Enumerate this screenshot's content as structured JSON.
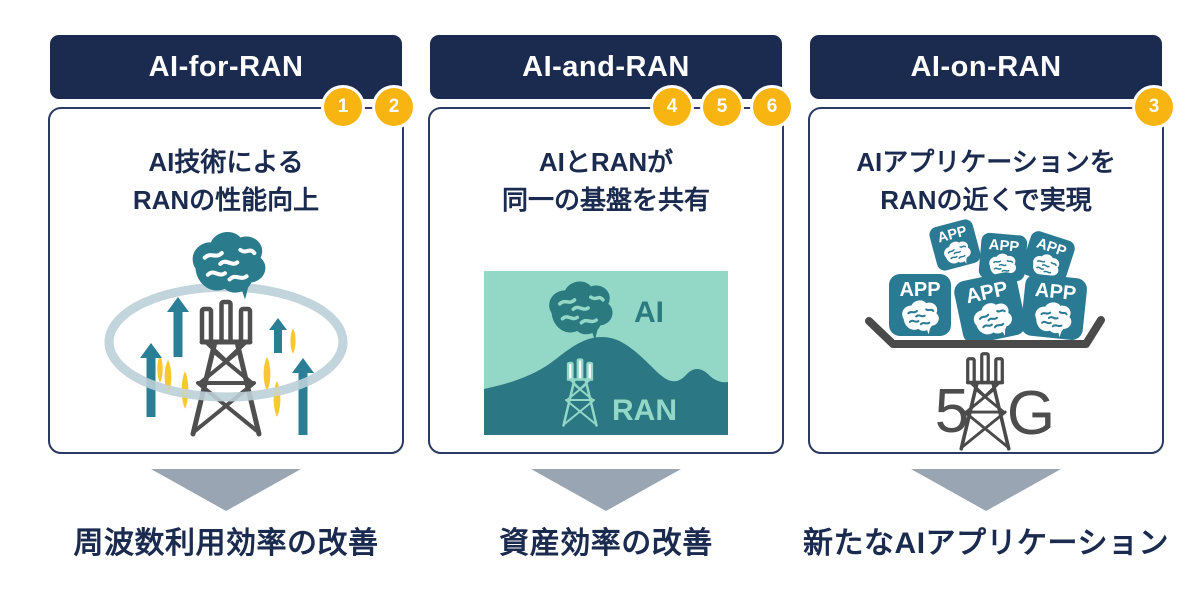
{
  "columns": [
    {
      "id": "ai-for-ran",
      "header": "AI-for-RAN",
      "badges": [
        "1",
        "2"
      ],
      "card_lines": [
        "AI技術による",
        "RANの性能向上"
      ],
      "outcome": "周波数利用効率の改善",
      "illustration": {
        "name": "brain-over-tower-with-up-arrows",
        "labels": {}
      }
    },
    {
      "id": "ai-and-ran",
      "header": "AI-and-RAN",
      "badges": [
        "4",
        "5",
        "6"
      ],
      "card_lines": [
        "AIとRANが",
        "同一の基盤を共有"
      ],
      "outcome": "資産効率の改善",
      "illustration": {
        "name": "ai-ran-shared-foundation",
        "labels": {
          "ai": "AI",
          "ran": "RAN"
        }
      }
    },
    {
      "id": "ai-on-ran",
      "header": "AI-on-RAN",
      "badges": [
        "3"
      ],
      "card_lines": [
        "AIアプリケーションを",
        "RANの近くで実現"
      ],
      "outcome": "新たなAIアプリケーション",
      "illustration": {
        "name": "app-tiles-on-5g-tower",
        "labels": {
          "app": "APP",
          "five": "5",
          "g": "G"
        }
      }
    }
  ],
  "palette": {
    "navy": "#1B2B4F",
    "card_border": "#2B3A63",
    "badge_yellow": "#F8B411",
    "arrow_teal": "#2A7E95",
    "brain_teal": "#2A7B8C",
    "ring_gray_blue": "#C3D5DC",
    "gold": "#F8C832",
    "tower_gray": "#4F4F4F",
    "mint": "#93D8C6",
    "hills_teal": "#2B7783",
    "tile_teal": "#2B7A93",
    "tray_gray": "#4A4A4A",
    "down_triangle_gray": "#9AA5B4"
  }
}
